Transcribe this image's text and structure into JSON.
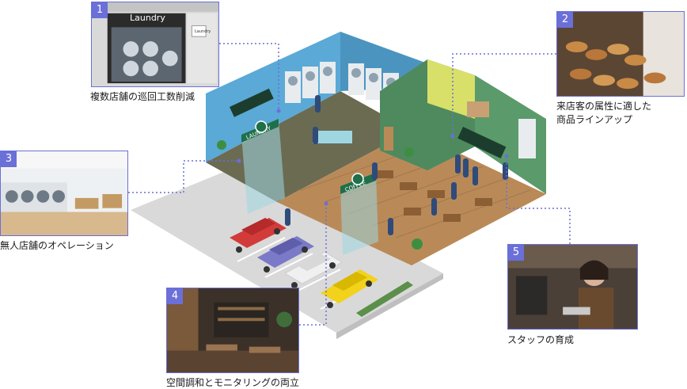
{
  "colors": {
    "accent": "#6b6fd8",
    "wall_blue": "#5aa9d6",
    "wall_green": "#4f8a5e",
    "floor_wood": "#b58655",
    "floor_dark": "#6d6a55",
    "sign_green": "#1f6f4a",
    "ground_gray": "#d8d8d8"
  },
  "callouts": [
    {
      "number": "1",
      "caption": "複数店舗の巡回工数削減",
      "photo": "laundry-storefront",
      "sign_text": "Laundry",
      "door_text": "Laundry"
    },
    {
      "number": "2",
      "caption_line1": "来店客の属性に適した",
      "caption_line2": "商品ラインアップ",
      "photo": "bakery-pastries"
    },
    {
      "number": "3",
      "caption": "無人店舗のオペレーション",
      "photo": "laundromat-interior"
    },
    {
      "number": "4",
      "caption": "空間調和とモニタリングの両立",
      "photo": "cafe-interior"
    },
    {
      "number": "5",
      "caption": "スタッフの育成",
      "photo": "barista-staff"
    }
  ],
  "scene": {
    "laundry_sign": "LAUNDRY",
    "coffee_sign": "COFFEE",
    "cars": [
      "red-car",
      "purple-car",
      "white-car",
      "yellow-car"
    ]
  }
}
